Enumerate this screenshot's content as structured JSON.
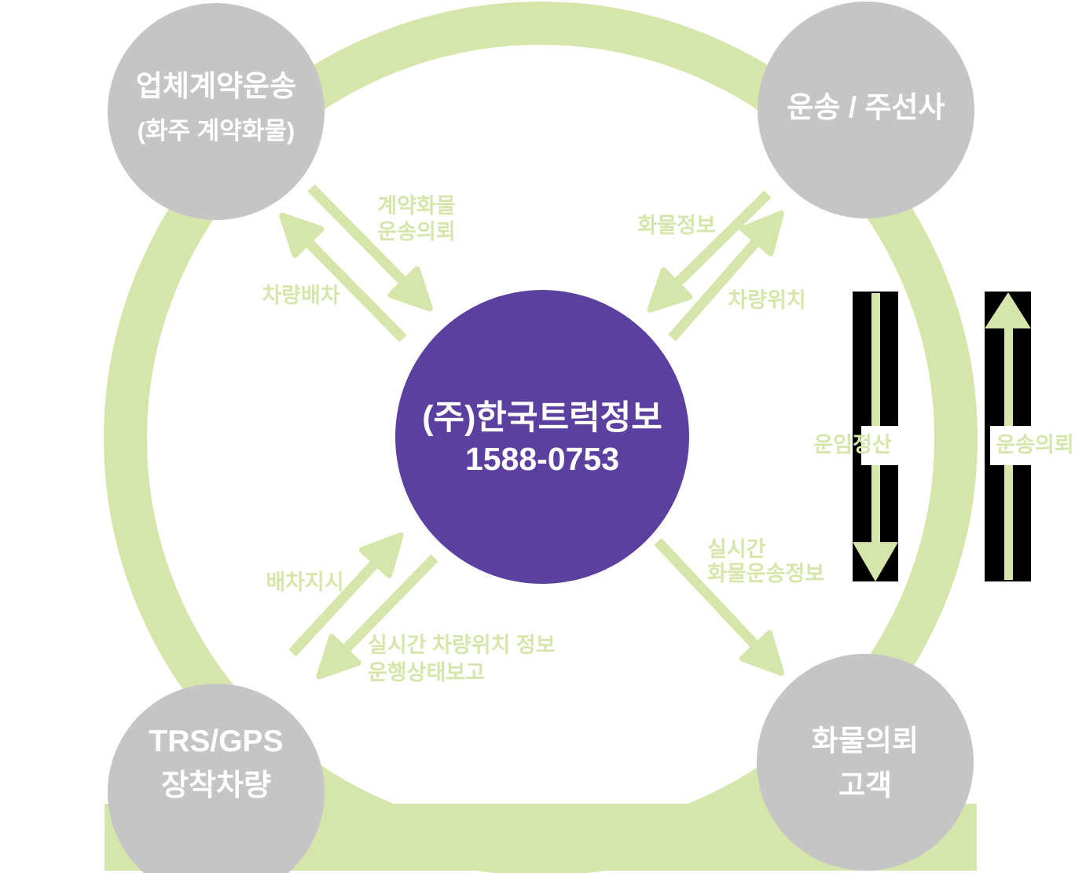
{
  "colors": {
    "green": "#d6e6ab",
    "gray": "#c5c5c6",
    "purple": "#5c40a0",
    "bar_black": "#000000",
    "node_text": "#ffffff"
  },
  "center_node": {
    "name": "(주)한국트럭정보",
    "phone": "1588-0753"
  },
  "nodes": {
    "top_left": {
      "line1": "업체계약운송",
      "line2": "(화주 계약화물)"
    },
    "top_right": {
      "line1": "운송 / 주선사"
    },
    "bottom_left": {
      "line1": "TRS/GPS",
      "line2": "장착차량"
    },
    "bottom_right": {
      "line1": "화물의뢰",
      "line2": "고객"
    }
  },
  "flow_labels": {
    "contract_cargo": {
      "line1": "계약화물",
      "line2": "운송의뢰"
    },
    "vehicle_dispatch": "차량배차",
    "cargo_info": "화물정보",
    "vehicle_location": "차량위치",
    "dispatch_order": "배차지시",
    "vehicle_report": {
      "line1": "실시간 차량위치 정보",
      "line2": "운행상태보고"
    },
    "realtime_cargo": {
      "line1": "실시간",
      "line2": "화물운송정보"
    },
    "fare_settlement": "운임정산",
    "transport_request": "운송의뢰"
  }
}
